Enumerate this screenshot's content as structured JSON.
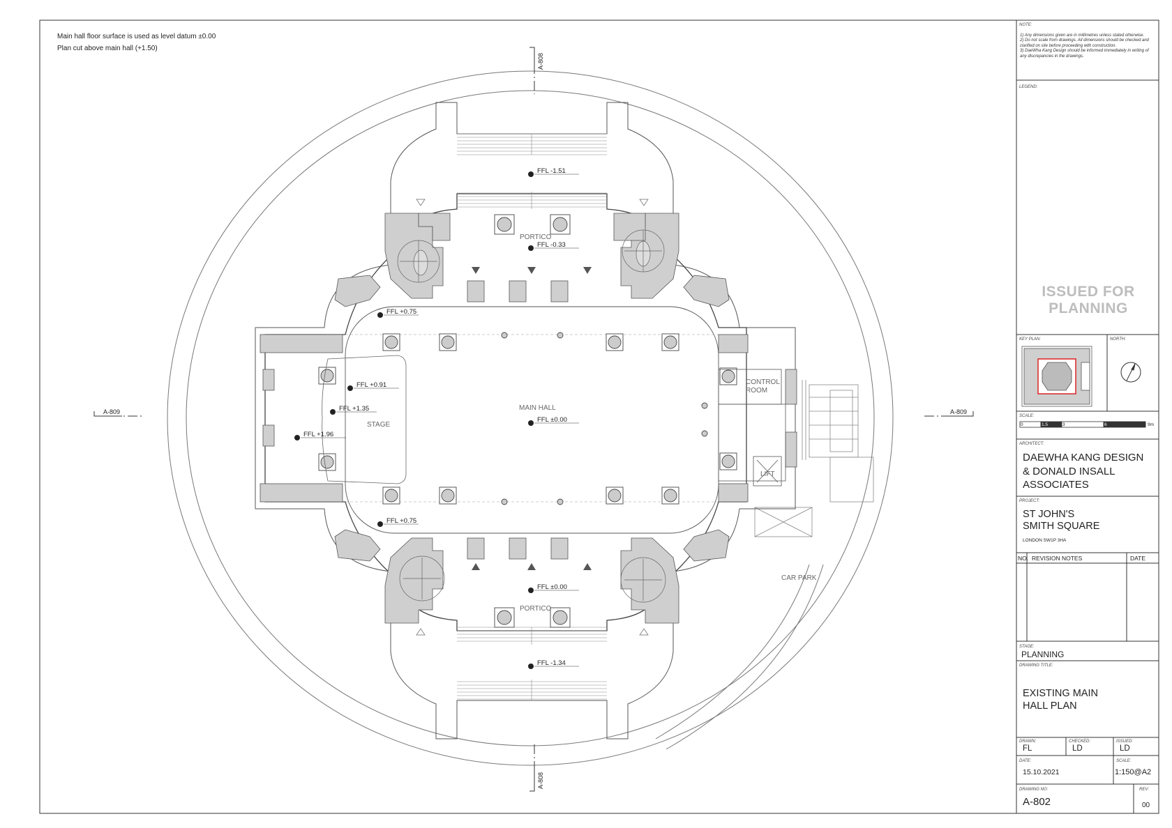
{
  "drawing_notes": [
    "Main hall floor surface is used as level datum ±0.00",
    "Plan cut above main hall (+1.50)"
  ],
  "section_markers": {
    "vertical": "A-808",
    "horizontal": "A-809"
  },
  "levels": {
    "north_steps": "FFL -1.51",
    "north_portico": "FFL -0.33",
    "nw_corner": "FFL +0.75",
    "stage_upper": "FFL +0.91",
    "stage_mid": "FFL +1.35",
    "stage_lower": "FFL +1.96",
    "main_hall": "FFL ±0.00",
    "sw_corner": "FFL +0.75",
    "south_portico": "FFL ±0.00",
    "south_steps": "FFL -1.34"
  },
  "room_labels": {
    "portico_north": "PORTICO",
    "portico_south": "PORTICO",
    "main_hall": "MAIN HALL",
    "stage": "STAGE",
    "control_room_1": "CONTROL",
    "control_room_2": "ROOM",
    "lift": "LIFT",
    "car_park": "CAR PARK"
  },
  "title_block": {
    "note_label": "NOTE:",
    "notes": [
      "1) Any dimensions given are in millimetres unless stated otherwise.",
      "2) Do not scale from drawings. All dimensions should be checked and clarified on site before proceeding with construction.",
      "3) DaeWha Kang Design should be informed immediately in writing of any discrepancies in the drawings."
    ],
    "legend_label": "LEGEND:",
    "watermark_1": "ISSUED FOR",
    "watermark_2": "PLANNING",
    "key_plan_label": "KEY PLAN:",
    "north_label": "NORTH:",
    "scale_label": "SCALE:",
    "scale_ticks": [
      "0",
      "1.5",
      "3",
      "6",
      "9m"
    ],
    "architect_label": "ARCHITECT:",
    "architect_lines": [
      "DAEWHA KANG DESIGN",
      "& DONALD INSALL",
      "ASSOCIATES"
    ],
    "project_label": "PROJECT:",
    "project_lines": [
      "ST JOHN'S",
      "SMITH SQUARE"
    ],
    "project_address": "LONDON SW1P 3HA",
    "revision_headers": {
      "no": "NO.",
      "notes": "REVISION NOTES",
      "date": "DATE"
    },
    "stage_label": "STAGE:",
    "stage_value": "PLANNING",
    "drawing_title_label": "DRAWING TITLE:",
    "drawing_title_lines": [
      "EXISTING MAIN",
      "HALL PLAN"
    ],
    "drawn_label": "DRAWN:",
    "drawn_value": "FL",
    "checked_label": "CHECKED:",
    "checked_value": "LD",
    "issued_label": "ISSUED:",
    "issued_value": "LD",
    "date_label": "DATE:",
    "date_value": "15.10.2021",
    "scale_value_label": "SCALE:",
    "scale_value": "1:150@A2",
    "drawing_no_label": "DRAWING NO:",
    "drawing_no_value": "A-802",
    "rev_label": "REV:",
    "rev_value": "00"
  }
}
